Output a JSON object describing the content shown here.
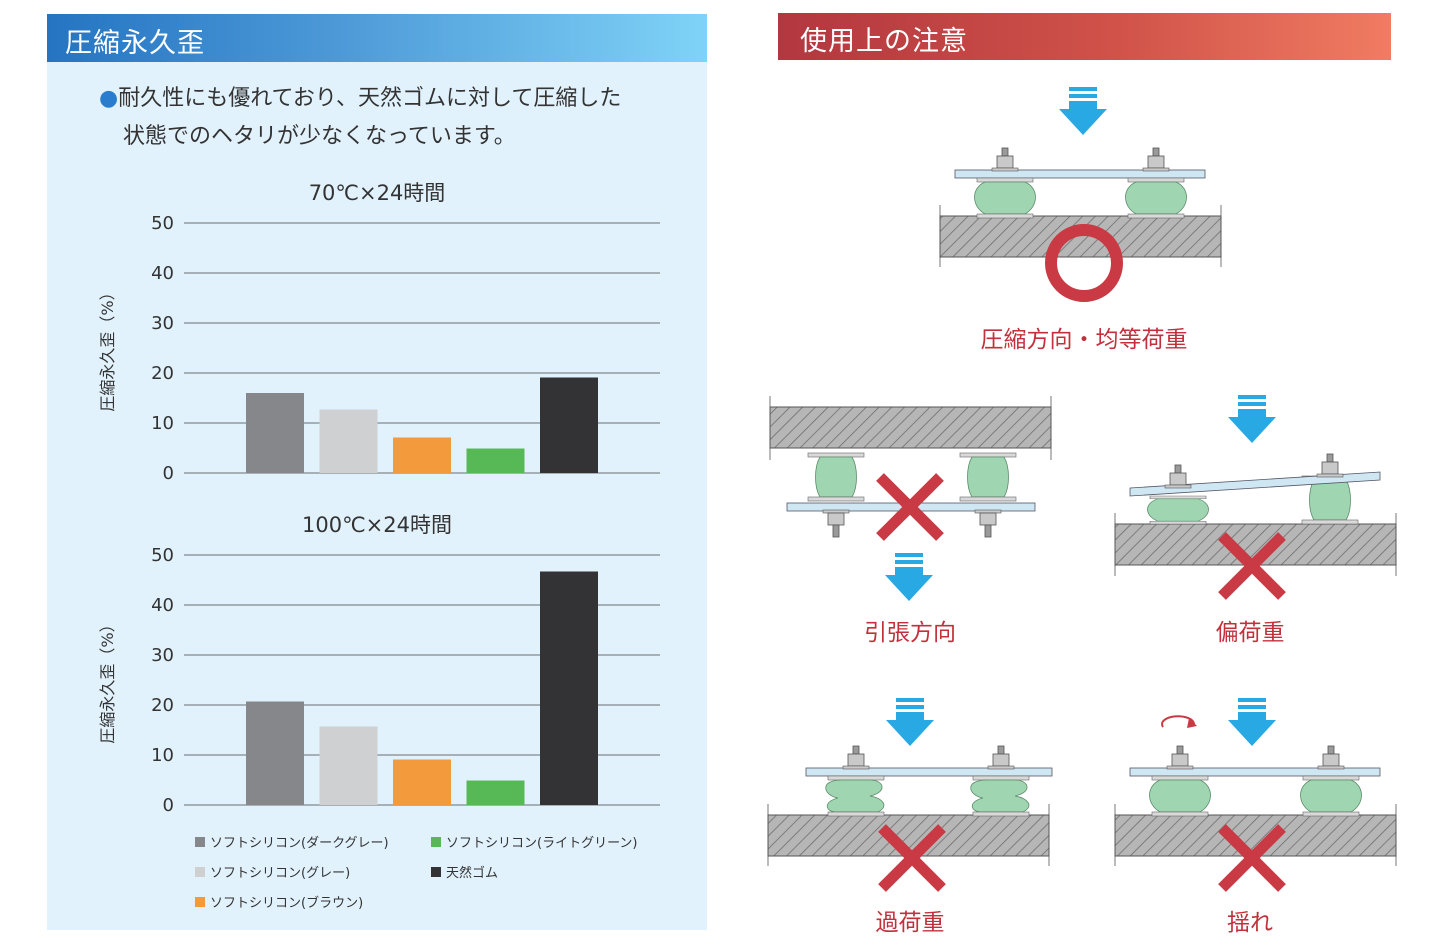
{
  "left": {
    "title": "圧縮永久歪",
    "bullet": "●",
    "lead_line1": "耐久性にも優れており、天然ゴムに対して圧縮した",
    "lead_line2": "状態でのヘタリが少なくなっています。"
  },
  "right": {
    "title": "使用上の注意",
    "labels": {
      "ok": "圧縮方向・均等荷重",
      "tension": "引張方向",
      "uneven": "偏荷重",
      "overload": "過荷重",
      "shake": "揺れ"
    }
  },
  "legend": [
    {
      "label": "ソフトシリコン(ダークグレー)",
      "color": "#86878a"
    },
    {
      "label": "ソフトシリコン(ライトグリーン)",
      "color": "#57b956"
    },
    {
      "label": "ソフトシリコン(グレー)",
      "color": "#cfd0d2"
    },
    {
      "label": "天然ゴム",
      "color": "#333335"
    },
    {
      "label": "ソフトシリコン(ブラウン)",
      "color": "#f29a3c"
    }
  ],
  "chart_data": [
    {
      "type": "bar",
      "title": "70℃×24時間",
      "ylabel": "圧縮永久歪（%）",
      "xlabel": "",
      "ylim": [
        0,
        50
      ],
      "yticks": [
        "0",
        "10",
        "20",
        "30",
        "40",
        "50"
      ],
      "grid": true,
      "categories": [
        "ソフトシリコン(ダークグレー)",
        "ソフトシリコン(グレー)",
        "ソフトシリコン(ブラウン)",
        "ソフトシリコン(ライトグリーン)",
        "天然ゴム"
      ],
      "values": [
        16,
        12.7,
        7.1,
        4.9,
        19.1
      ],
      "colors": [
        "#86878a",
        "#cfd0d2",
        "#f29a3c",
        "#57b956",
        "#333335"
      ]
    },
    {
      "type": "bar",
      "title": "100℃×24時間",
      "ylabel": "圧縮永久歪（%）",
      "xlabel": "",
      "ylim": [
        0,
        50
      ],
      "yticks": [
        "0",
        "10",
        "20",
        "30",
        "40",
        "50"
      ],
      "grid": true,
      "categories": [
        "ソフトシリコン(ダークグレー)",
        "ソフトシリコン(グレー)",
        "ソフトシリコン(ブラウン)",
        "ソフトシリコン(ライトグリーン)",
        "天然ゴム"
      ],
      "values": [
        20.7,
        15.7,
        9.1,
        4.9,
        46.7
      ],
      "colors": [
        "#86878a",
        "#cfd0d2",
        "#f29a3c",
        "#57b956",
        "#333335"
      ]
    }
  ]
}
